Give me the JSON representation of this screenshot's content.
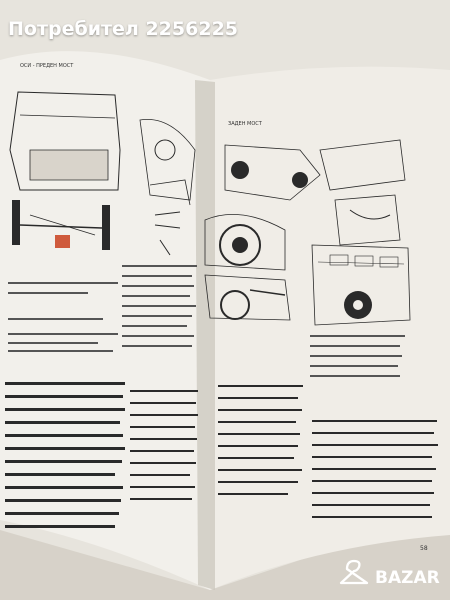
{
  "overlay": {
    "title": "Потребител 2256225"
  },
  "book": {
    "left_header": "ОСИ - ПРЕДЕН МОСТ",
    "right_header": "ЗАДЕН МОСТ",
    "page_number": "58"
  },
  "watermark": {
    "brand": "BAZAR",
    "icon": "hanger-logo-icon"
  },
  "colors": {
    "background": "#e9e6df",
    "page_left": "#f2f0eb",
    "page_right": "#f0ede7",
    "ink": "#2a2a2a",
    "accent_red": "#cf5a3c",
    "overlay_text": "#ffffff"
  }
}
